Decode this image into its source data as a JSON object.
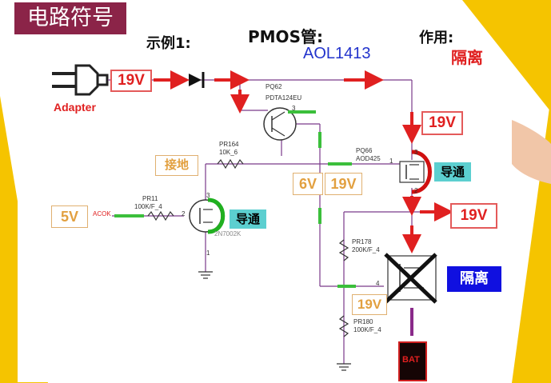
{
  "header": {
    "title": "电路符号",
    "example": "示例1:",
    "subject": "PMOS管:",
    "part_number": "AOL1413",
    "purpose_label": "作用:",
    "purpose_value": "隔离"
  },
  "sources": {
    "adapter_label": "Adapter",
    "adapter_voltage": "19V",
    "input_5v": "5V",
    "acok_label": "ACOK",
    "battery_label": "BAT"
  },
  "components": {
    "pq62_ref": "PQ62",
    "pq62_part": "PDTA124EU",
    "pq66_ref": "PQ66",
    "pq66_part": "AOD425",
    "pr164_ref": "PR164",
    "pr164_val": "10K_6",
    "pr11_ref": "PR11",
    "pr11_val": "100K/F_4",
    "pr178_ref": "PR178",
    "pr178_val": "200K/F_4",
    "pr180_ref": "PR180",
    "pr180_val": "100K/F_4",
    "nmos_part": "2N7002K"
  },
  "annotations": {
    "v_pq66_source": "19V",
    "v_output": "19V",
    "v_node": "6V",
    "v_node_alt": "19V",
    "v_bottom": "19V",
    "ground_label": "接地",
    "conduct_pq66": "导通",
    "conduct_nmos": "导通",
    "isolate_label": "隔离"
  },
  "pins": {
    "pq62_3": "3",
    "pq66_1": "1",
    "pq66_2": "2",
    "pq66_3": "3",
    "nmos_1": "1",
    "nmos_2": "2",
    "nmos_3": "3",
    "pmos_4": "4"
  },
  "colors": {
    "title_bg": "#8b2448",
    "arrow_red": "#e02020",
    "arrow_green": "#3bbf3b",
    "arrow_purple": "#8a2a8a",
    "isolate_bg": "#1010e0",
    "conduct_bg": "#5ccfd0",
    "accent_yellow": "#f5c400"
  }
}
